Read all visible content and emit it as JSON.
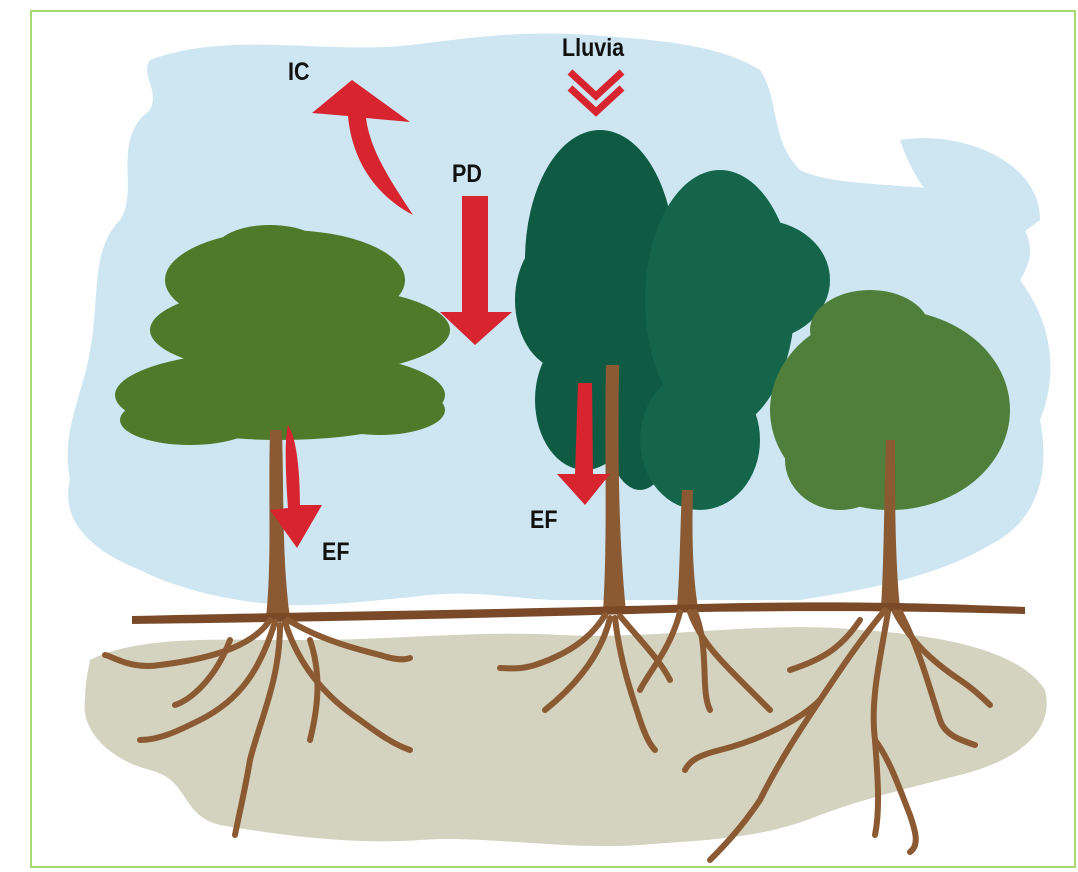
{
  "colors": {
    "frame": "#a8d870",
    "sky": "#cde6f2",
    "soil": "#d4d3bf",
    "trunk": "#8b5a33",
    "ground": "#7a4a28",
    "arrow": "#d7242f",
    "crown_pine": "#4f7a2a",
    "crown_dark": "#0f5a43",
    "crown_mid": "#15654a",
    "crown_light": "#4f7f3a"
  },
  "labels": {
    "rain": "Lluvia",
    "interception": "IC",
    "throughfall": "PD",
    "stemflow_left": "EF",
    "stemflow_right": "EF"
  },
  "icons": [
    "rain-chevron-icon",
    "curved-up-arrow-icon",
    "down-arrow-icon"
  ]
}
